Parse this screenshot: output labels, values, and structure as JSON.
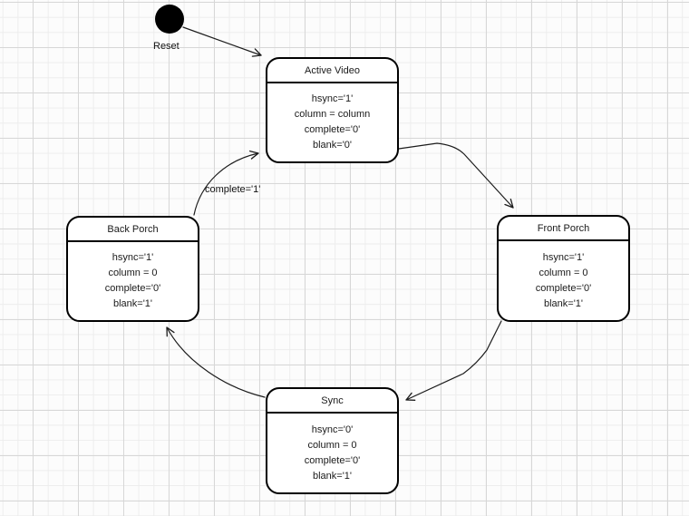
{
  "diagram_type": "uml-state-machine",
  "colors": {
    "state_fill": "#ffffff",
    "state_border": "#000000",
    "edge": "#1c1c1c",
    "grid_minor": "#ededed",
    "grid_major": "#d7d7d7",
    "background": "#fcfcfc"
  },
  "initial_state": {
    "label": "Reset"
  },
  "states": [
    {
      "id": "active-video",
      "title": "Active Video",
      "attributes": [
        "hsync='1'",
        "column = column",
        "complete='0'",
        "blank='0'"
      ]
    },
    {
      "id": "front-porch",
      "title": "Front Porch",
      "attributes": [
        "hsync='1'",
        "column = 0",
        "complete='0'",
        "blank='1'"
      ]
    },
    {
      "id": "sync",
      "title": "Sync",
      "attributes": [
        "hsync='0'",
        "column = 0",
        "complete='0'",
        "blank='1'"
      ]
    },
    {
      "id": "back-porch",
      "title": "Back Porch",
      "attributes": [
        "hsync='1'",
        "column = 0",
        "complete='0'",
        "blank='1'"
      ]
    }
  ],
  "transitions": [
    {
      "from": "initial",
      "to": "active-video",
      "label": ""
    },
    {
      "from": "active-video",
      "to": "front-porch",
      "label": ""
    },
    {
      "from": "front-porch",
      "to": "sync",
      "label": ""
    },
    {
      "from": "sync",
      "to": "back-porch",
      "label": ""
    },
    {
      "from": "back-porch",
      "to": "active-video",
      "label": "complete='1'"
    }
  ]
}
